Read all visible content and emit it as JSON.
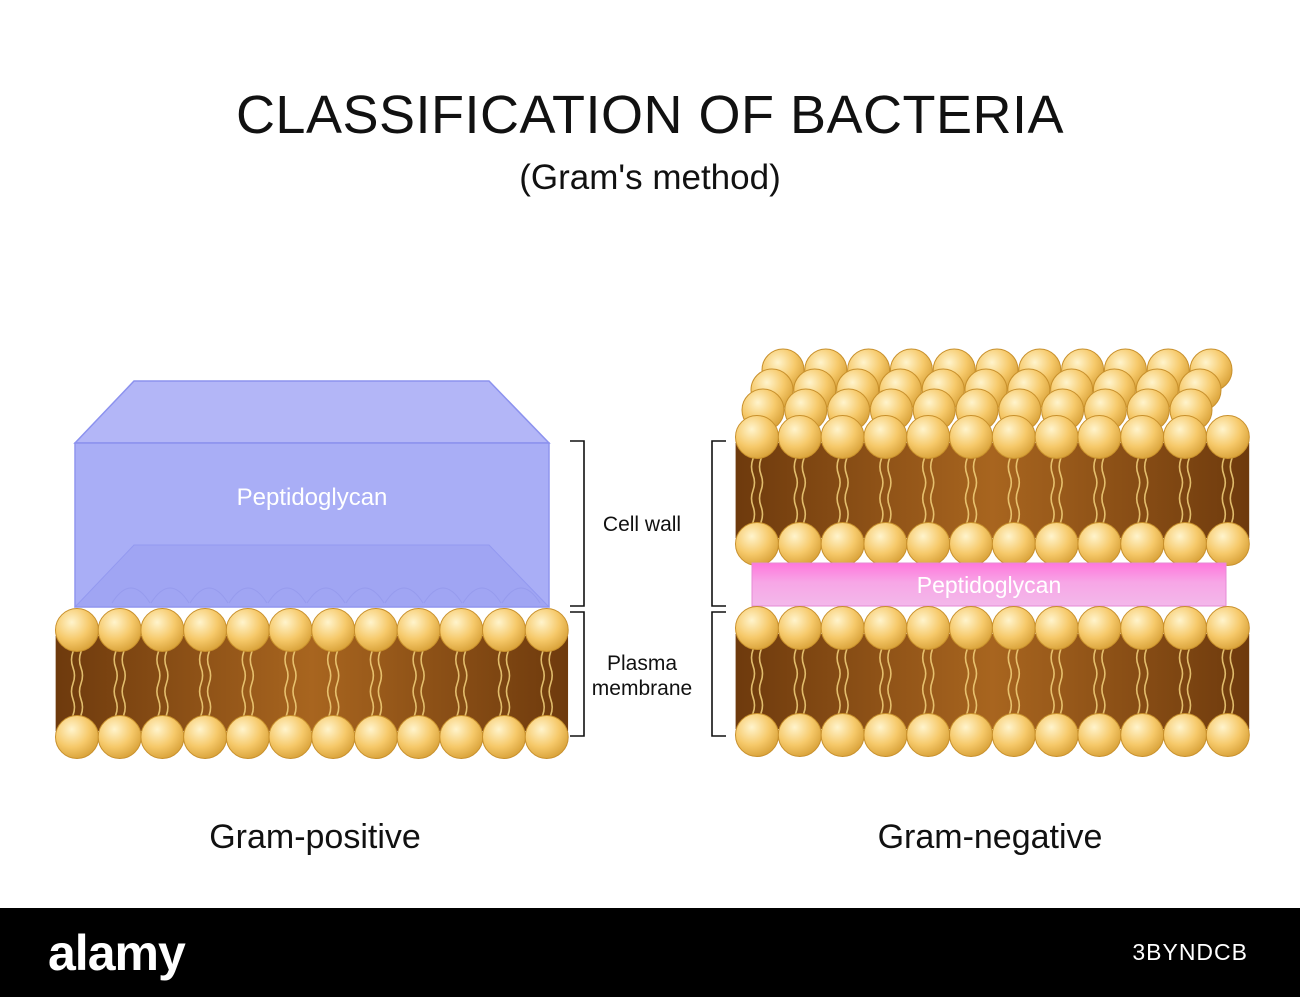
{
  "title": "CLASSIFICATION OF BACTERIA",
  "subtitle": "(Gram's method)",
  "left": {
    "caption": "Gram-positive",
    "layer_label": "Peptidoglycan"
  },
  "right": {
    "caption": "Gram-negative",
    "layer_label": "Peptidoglycan"
  },
  "annotations": {
    "cell_wall": "Cell wall",
    "plasma_line1": "Plasma",
    "plasma_line2": "membrane"
  },
  "footer": {
    "brand": "alamy",
    "image_code": "3BYNDCB"
  },
  "colors": {
    "lipid_head_light": "#fff2c4",
    "lipid_head": "#f6c96a",
    "lipid_head_dark": "#d8a23a",
    "tail_dark": "#7a4110",
    "tail_mid": "#a5611f",
    "gram_positive_wall": "#a3a9f5",
    "gram_negative_wall": "#f7a8e6",
    "footer_bg": "#000000"
  }
}
